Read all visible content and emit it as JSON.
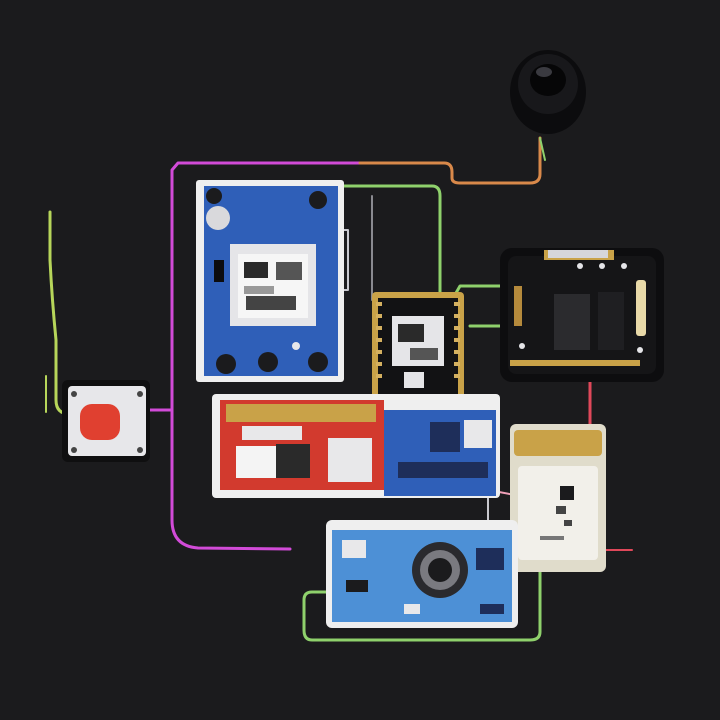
{
  "diagram": {
    "background": "#1b1b1d",
    "components": [
      {
        "id": "speaker",
        "kind": "buzzer-speaker"
      },
      {
        "id": "push-button",
        "kind": "tactile-button"
      },
      {
        "id": "gps-module",
        "kind": "gps-board"
      },
      {
        "id": "controller-chip",
        "kind": "microcontroller-board"
      },
      {
        "id": "sensor-board",
        "kind": "sensor-module"
      },
      {
        "id": "wireless-module",
        "kind": "radio-board"
      },
      {
        "id": "battery",
        "kind": "lipo-battery"
      },
      {
        "id": "power-board",
        "kind": "power-regulator-board"
      }
    ],
    "wire_colors": {
      "magenta": "#d24bd8",
      "yellow_green": "#b7d65a",
      "green": "#8fd16c",
      "red": "#e0485a",
      "silver": "#c9c9cf",
      "orange": "#d9894a",
      "pink": "#f0a0b8"
    },
    "board_colors": {
      "blue": "#2f5fb8",
      "light_blue": "#4d90d6",
      "black": "#121214",
      "gold": "#c9a248",
      "red": "#d23a2e",
      "white": "#efefef"
    }
  }
}
